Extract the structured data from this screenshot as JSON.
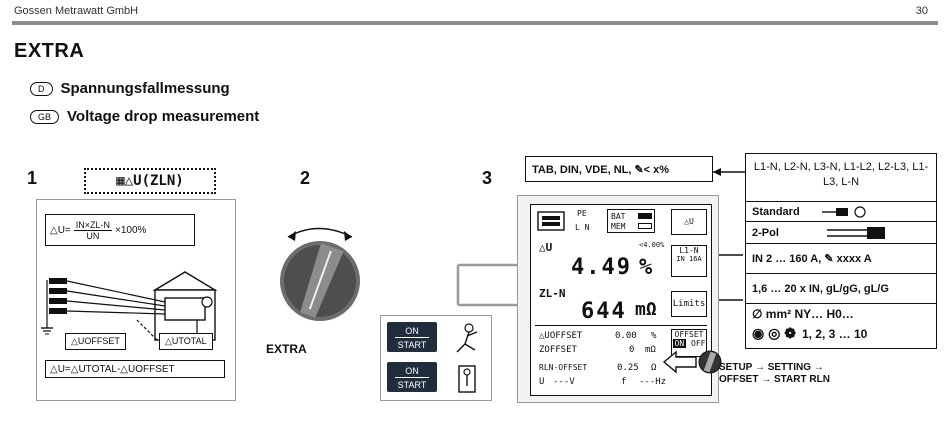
{
  "header": {
    "company": "Gossen Metrawatt GmbH",
    "page_number": "30"
  },
  "section_title": "EXTRA",
  "lang_de": {
    "code": "D",
    "label": "Spannungsfallmessung"
  },
  "lang_gb": {
    "code": "GB",
    "label": "Voltage drop measurement"
  },
  "steps": {
    "s1": "1",
    "s2": "2",
    "s3": "3"
  },
  "step1": {
    "selector_label": "▦△U(ZLN)",
    "formula_lhs": "△U=",
    "formula_num": "IN×ZL-N",
    "formula_den": "UN",
    "formula_tail": "×100%",
    "offset_label": "△UOFFSET",
    "total_label": "△UTOTAL",
    "bottom_formula": "△U=△UTOTAL-△UOFFSET"
  },
  "step2": {
    "switch_label": "EXTRA"
  },
  "step3": {
    "limit_callout": "TAB, DIN, VDE, NL, ✎< x%",
    "lcd": {
      "pe_label": "PE",
      "ln_label": "L  N",
      "bat_label": "BAT",
      "mem_label": "MEM",
      "mode_btn": "△U",
      "du_label": "△U",
      "du_limit": "<4.00%",
      "du_value": "4.49",
      "du_unit": "%",
      "param_line1": "L1-N",
      "param_line2": "IN 16A",
      "z_label": "ZL-N",
      "z_value": "644",
      "z_unit": "mΩ",
      "limits_btn": "Limits",
      "uoffset_label": "△UOFFSET",
      "uoffset_value": "0.00",
      "uoffset_unit": "%",
      "zoffset_label": "ZOFFSET",
      "zoffset_value": "0",
      "zoffset_unit": "mΩ",
      "offset_btn": "OFFSET",
      "offset_on": "ON",
      "offset_off": "OFF",
      "rln_label": "RLN-OFFSET",
      "rln_value": "0.25",
      "rln_unit": "Ω",
      "u_label": "U",
      "u_value": "---V",
      "f_label": "f",
      "f_value": "---Hz"
    },
    "start_on": "ON",
    "start_start": "START",
    "setup_line1": "SETUP → SETTING →",
    "setup_line2": "OFFSET → START RLN"
  },
  "options": {
    "connections": "L1-N, L2-N, L3-N, L1-L2, L2-L3, L1-L3, L-N",
    "standard": "Standard",
    "two_pole": "2-Pol",
    "current_range": "IN 2 … 160 A, ✎ xxxx A",
    "multiplier": "1,6 … 20 x IN, gL/gG, gL/G",
    "cable": "∅ mm² NY… H0…",
    "conductors": "1, 2, 3 … 10"
  }
}
